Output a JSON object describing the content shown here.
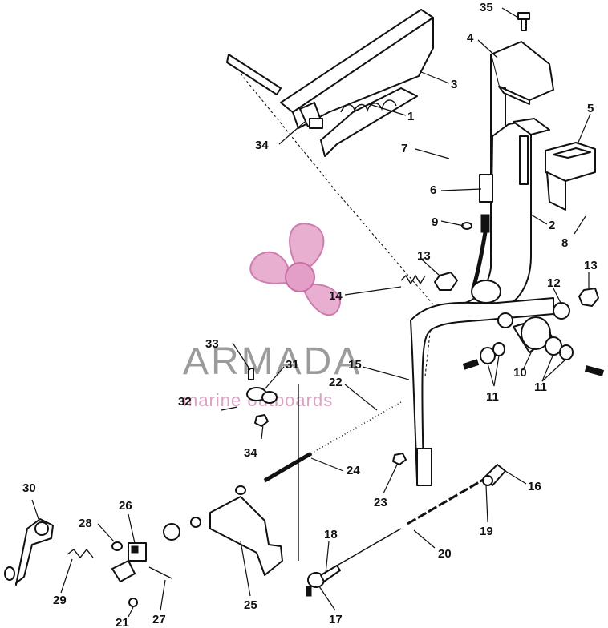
{
  "watermark": {
    "brand": "ARMADA",
    "tagline": "marine outboards",
    "logo_icon": "propeller-icon",
    "colors": {
      "logo": "#e6a7cd",
      "brand_text": "#8a8a8a"
    }
  },
  "callouts": [
    {
      "id": "c35a",
      "label": "35"
    },
    {
      "id": "c4",
      "label": "4"
    },
    {
      "id": "c3",
      "label": "3"
    },
    {
      "id": "c1",
      "label": "1"
    },
    {
      "id": "c5",
      "label": "5"
    },
    {
      "id": "c34a",
      "label": "34"
    },
    {
      "id": "c7",
      "label": "7"
    },
    {
      "id": "c6",
      "label": "6"
    },
    {
      "id": "c2",
      "label": "2"
    },
    {
      "id": "c9",
      "label": "9"
    },
    {
      "id": "c8",
      "label": "8"
    },
    {
      "id": "c13a",
      "label": "13"
    },
    {
      "id": "c13b",
      "label": "13"
    },
    {
      "id": "c14",
      "label": "14"
    },
    {
      "id": "c12",
      "label": "12"
    },
    {
      "id": "c33",
      "label": "33"
    },
    {
      "id": "c31",
      "label": "31"
    },
    {
      "id": "c15",
      "label": "15"
    },
    {
      "id": "c22",
      "label": "22"
    },
    {
      "id": "c10",
      "label": "10"
    },
    {
      "id": "c11a",
      "label": "11"
    },
    {
      "id": "c11b",
      "label": "11"
    },
    {
      "id": "c32",
      "label": "32"
    },
    {
      "id": "c34b",
      "label": "34"
    },
    {
      "id": "c24",
      "label": "24"
    },
    {
      "id": "c30",
      "label": "30"
    },
    {
      "id": "c26",
      "label": "26"
    },
    {
      "id": "c28",
      "label": "28"
    },
    {
      "id": "c23",
      "label": "23"
    },
    {
      "id": "c16",
      "label": "16"
    },
    {
      "id": "c19",
      "label": "19"
    },
    {
      "id": "c18",
      "label": "18"
    },
    {
      "id": "c20",
      "label": "20"
    },
    {
      "id": "c29",
      "label": "29"
    },
    {
      "id": "c25",
      "label": "25"
    },
    {
      "id": "c27",
      "label": "27"
    },
    {
      "id": "c21",
      "label": "21"
    },
    {
      "id": "c17",
      "label": "17"
    }
  ]
}
